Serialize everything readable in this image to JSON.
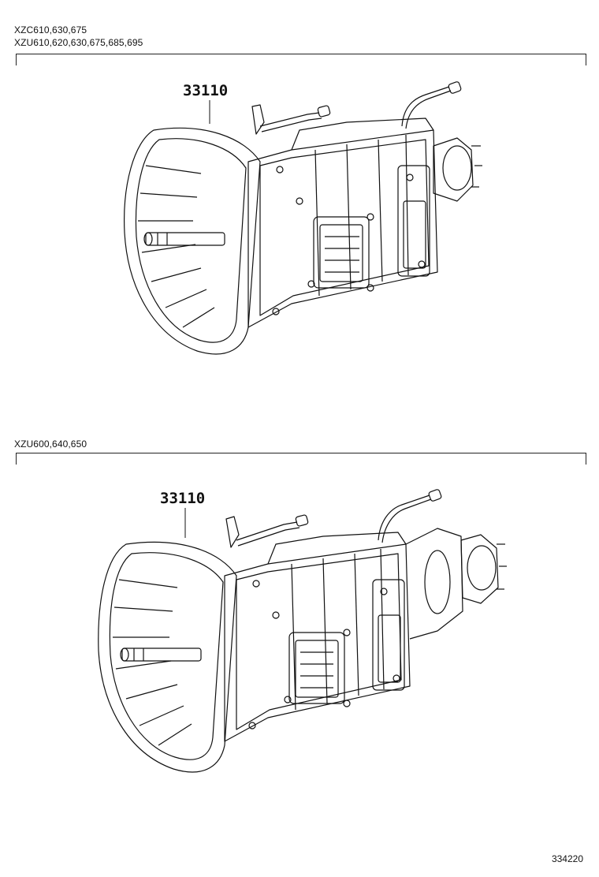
{
  "sections": [
    {
      "model_lines": [
        "XZC610,630,675",
        "XZU610,620,630,675,685,695"
      ],
      "part_number": "33110"
    },
    {
      "model_lines": [
        "XZU600,640,650"
      ],
      "part_number": "33110"
    }
  ],
  "reference_number": "334220"
}
